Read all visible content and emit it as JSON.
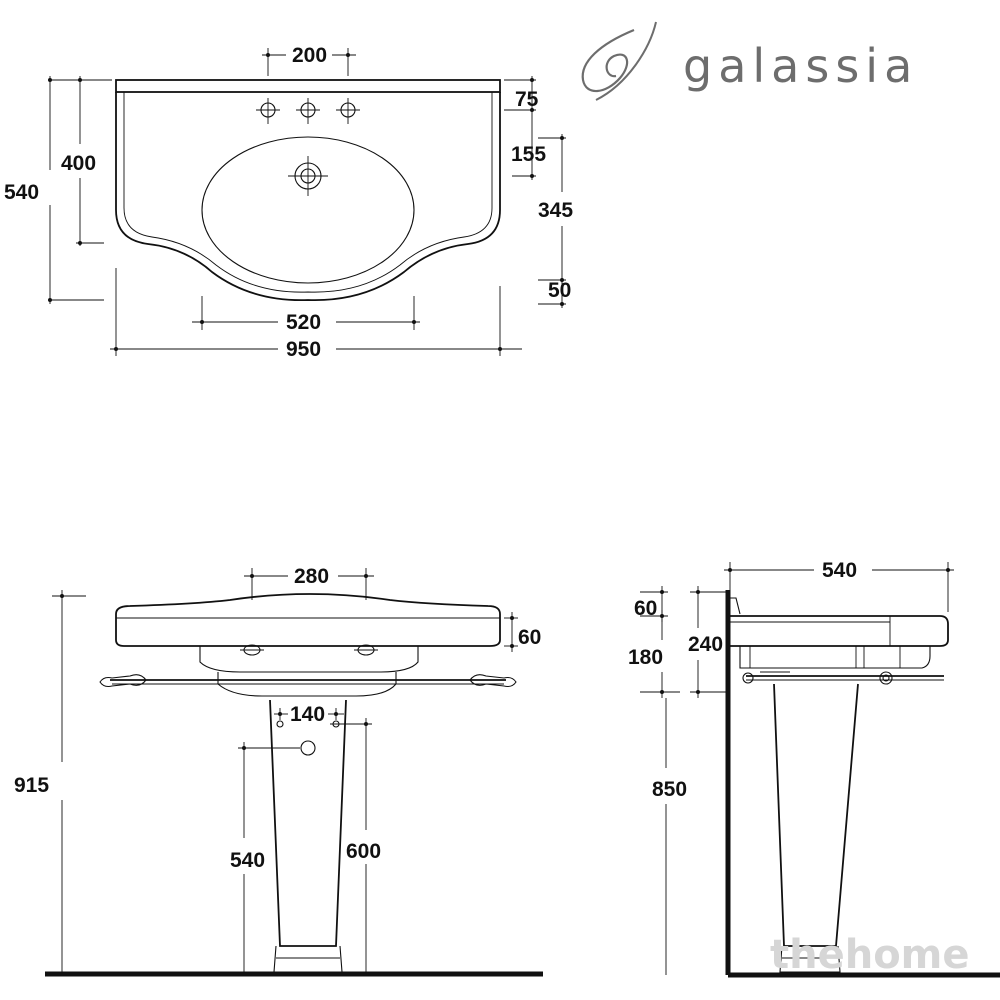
{
  "brand": {
    "name": "galassia",
    "logo": "galassia-swirl-logo",
    "color": "#6d6d6d"
  },
  "watermark": {
    "text": "thehome"
  },
  "top_view": {
    "tap_spacing": "200",
    "depth_total": "540",
    "depth_side": "400",
    "back_to_taps": "75",
    "taps_to_drain": "155",
    "drain_to_front": "345",
    "front_lip": "50",
    "bowl_width": "520",
    "overall_width": "950"
  },
  "front_view": {
    "bracket_spacing": "280",
    "rim_height": "60",
    "total_height": "915",
    "bolt_spacing": "140",
    "waste_height": "540",
    "fixing_height": "600"
  },
  "side_view": {
    "depth": "540",
    "top_thickness": "60",
    "basin_height": "240",
    "towel_rail_height": "180",
    "rim_floor_height": "850"
  }
}
